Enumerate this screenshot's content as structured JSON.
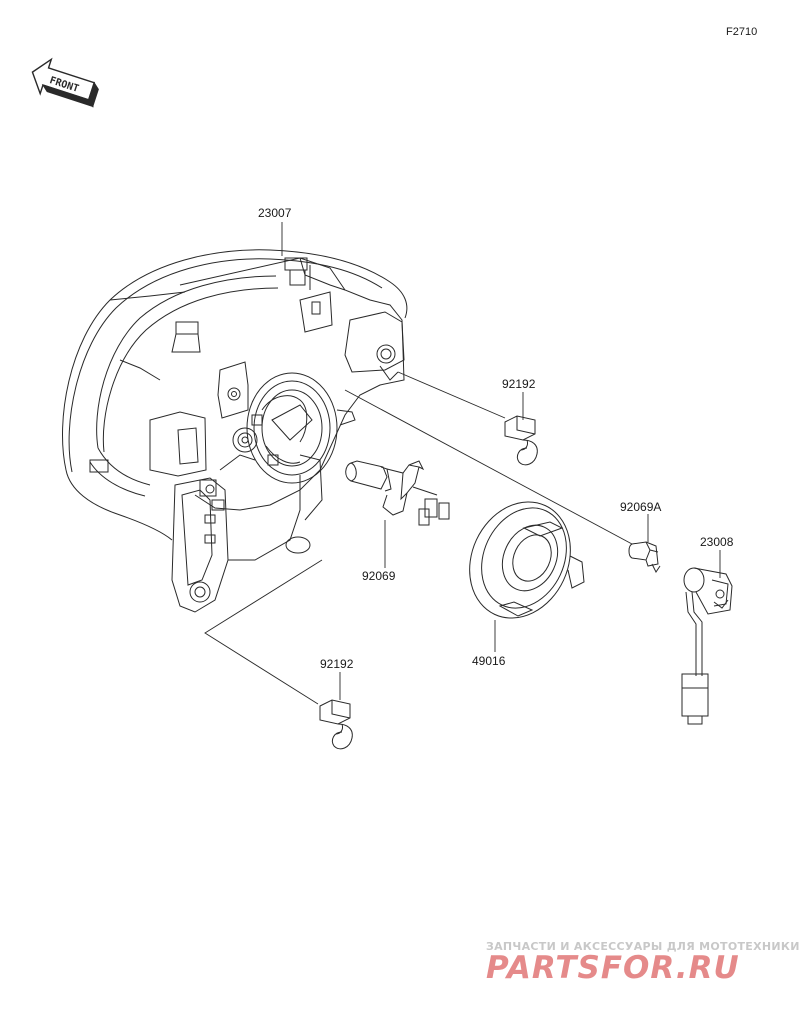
{
  "figure_code": "F2710",
  "front_badge": "FRONT",
  "parts": [
    {
      "id": "headlight-assembly",
      "number": "23007"
    },
    {
      "id": "clip-upper",
      "number": "92192"
    },
    {
      "id": "bulb-h4",
      "number": "92069"
    },
    {
      "id": "position-bulb",
      "number": "92069A"
    },
    {
      "id": "socket-assembly",
      "number": "23008"
    },
    {
      "id": "rubber-cap",
      "number": "49016"
    },
    {
      "id": "clip-lower",
      "number": "92192"
    }
  ],
  "watermark": {
    "tagline": "ЗАПЧАСТИ И АКСЕССУАРЫ ДЛЯ МОТОТЕХНИКИ",
    "brand": "PARTSFOR.RU"
  },
  "colors": {
    "line": "#2a2a2a",
    "watermark_text": "#c8c8c8",
    "watermark_brand": "#e58a8a"
  }
}
